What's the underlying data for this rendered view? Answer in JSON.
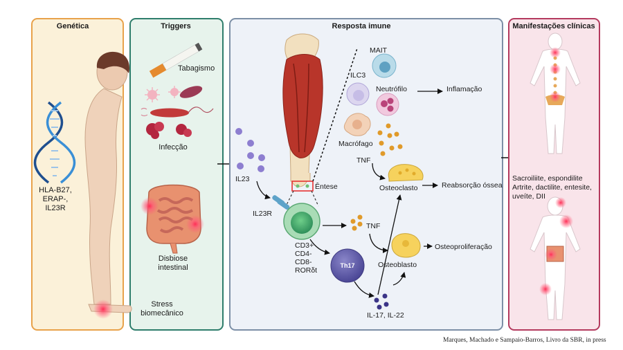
{
  "panels": {
    "genetica": {
      "title": "Genética",
      "genes": [
        "HLA-B27,",
        "ERAP-,",
        "IL23R"
      ]
    },
    "triggers": {
      "title": "Triggers",
      "tabagismo": "Tabagismo",
      "infeccao": "Infecção",
      "disbiose": [
        "Disbiose",
        "intestinal"
      ],
      "stress": [
        "Stress",
        "biomecânico"
      ]
    },
    "resposta": {
      "title": "Resposta imune",
      "il23": "IL23",
      "il23r": "IL23R",
      "entese": "Êntese",
      "tcell": [
        "CD3+",
        "CD4-",
        "CD8-",
        "RORδt"
      ],
      "th17": "Th17",
      "il17": "IL-17, IL-22",
      "mait": "MAIT",
      "ilc3": "ILC3",
      "neutrofilo": "Neutrófilo",
      "macrofago": "Macrófago",
      "tnf_top": "TNF",
      "tnf_mid": "TNF",
      "inflamacao": "Inflamação",
      "osteoclasto": "Osteoclasto",
      "reabsorcao": "Reabsorção óssea",
      "osteoblasto": "Osteoblasto",
      "osteoproliferacao": "Osteoproliferação"
    },
    "manifestacoes": {
      "title": "Manifestações clínicas",
      "lines": [
        "Sacroiliite, espondilite",
        "Artrite, dactilite, entesite,",
        "uveíte, DII"
      ]
    }
  },
  "colors": {
    "genetica_border": "#e8a24a",
    "genetica_fill": "#fbf1d9",
    "triggers_border": "#2e7d6b",
    "triggers_fill": "#e7f3ec",
    "resposta_border": "#7c8fa6",
    "resposta_fill": "#eef2f8",
    "manifest_border": "#b43a5e",
    "manifest_fill": "#f9e4ea",
    "hotspot": "#ff2d55"
  },
  "credit": "Marques, Machado e Sampaio-Barros, Livro da SBR, in press"
}
